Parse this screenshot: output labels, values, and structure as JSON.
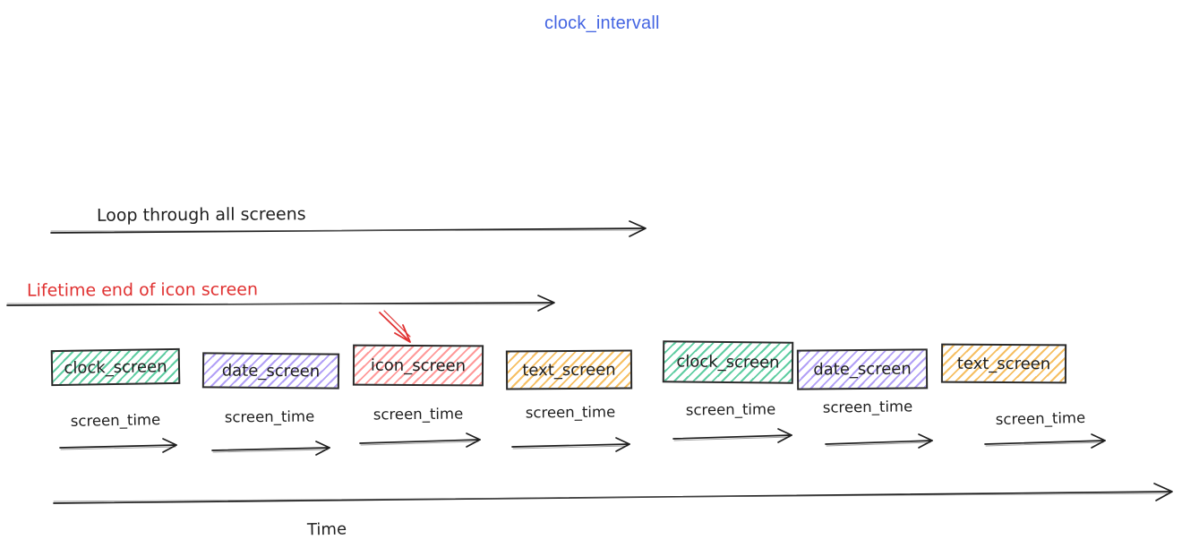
{
  "title": "clock_intervall",
  "colors": {
    "title_blue": "#4465e2",
    "annotation_red": "#e03131",
    "stroke_dark": "#1e1e1e",
    "screen_green": "#5fcda2",
    "screen_purple": "#b2a0f6",
    "screen_red": "#ff9a9a",
    "screen_yellow": "#f6bf62"
  },
  "annotations": {
    "loop_label": "Loop through all screens",
    "lifetime_label": "Lifetime end of icon screen",
    "time_axis_label": "Time",
    "screen_time_label": "screen_time"
  },
  "screens": [
    {
      "label": "clock_screen",
      "color_key": "screen_green"
    },
    {
      "label": "date_screen",
      "color_key": "screen_purple"
    },
    {
      "label": "icon_screen",
      "color_key": "screen_red"
    },
    {
      "label": "text_screen",
      "color_key": "screen_yellow"
    },
    {
      "label": "clock_screen",
      "color_key": "screen_green"
    },
    {
      "label": "date_screen",
      "color_key": "screen_purple"
    },
    {
      "label": "text_screen",
      "color_key": "screen_yellow"
    }
  ]
}
